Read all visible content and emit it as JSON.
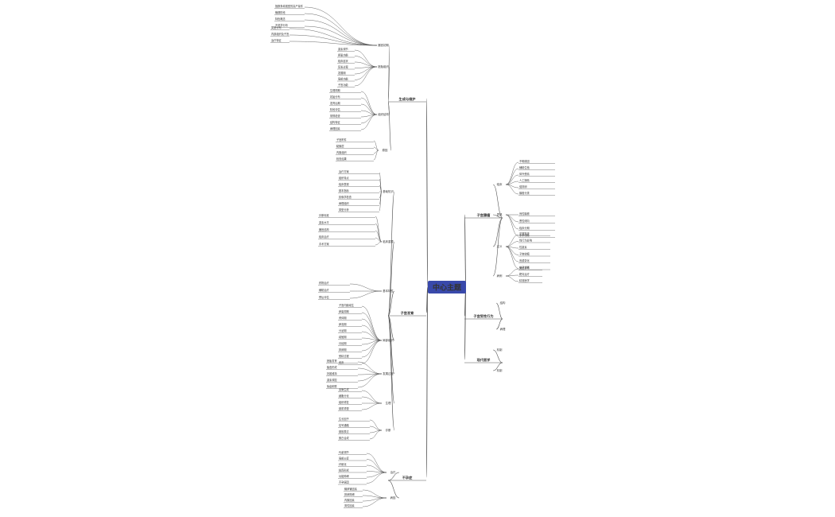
{
  "colors": {
    "root_fill": "#3949ab",
    "root_text": "#ffffff",
    "line": "#555555",
    "leaf_text": "#333333",
    "node_border": "#9aa0a6"
  },
  "root": {
    "label": "中心主题"
  },
  "branches": [
    {
      "label": "生成与维护"
    },
    {
      "label": "子宫发育"
    },
    {
      "label": "不孕症"
    },
    {
      "label": "子宫腺瘤"
    },
    {
      "label": "子宫受性行为"
    },
    {
      "label": "现代医学"
    }
  ],
  "mid": [
    {
      "label": "器官初期"
    },
    {
      "label": "胚胎组织"
    },
    {
      "label": "组织结构"
    },
    {
      "label": "原因"
    },
    {
      "label": "基础知识"
    },
    {
      "label": "临床重要"
    },
    {
      "label": "基本特性"
    },
    {
      "label": "局部组织"
    },
    {
      "label": "发展过程"
    },
    {
      "label": "生理"
    },
    {
      "label": "诊断"
    },
    {
      "label": "治疗"
    },
    {
      "label": "病因"
    },
    {
      "label": "临床"
    },
    {
      "label": "表现"
    },
    {
      "label": "定义"
    },
    {
      "label": "病例"
    },
    {
      "label": "结构"
    },
    {
      "label": "病理"
    },
    {
      "label": "机制"
    }
  ],
  "leaves": [
    {
      "label": "指数条增强型的高产量件"
    },
    {
      "label": "晚期阶段"
    },
    {
      "label": "特色概念"
    },
    {
      "label": "不孕学分析"
    },
    {
      "label": "类型分布"
    },
    {
      "label": "内部组织及子宫"
    },
    {
      "label": "治疗特征"
    },
    {
      "label": "激素调节"
    },
    {
      "label": "卵巢功能"
    },
    {
      "label": "临床症状"
    },
    {
      "label": "复发过程"
    },
    {
      "label": "发展期"
    },
    {
      "label": "局部功能"
    },
    {
      "label": "子宫功能"
    },
    {
      "label": "生理周期"
    },
    {
      "label": "初始分布"
    },
    {
      "label": "发育后期"
    },
    {
      "label": "阶段评估"
    },
    {
      "label": "常规检查"
    },
    {
      "label": "结构特征"
    },
    {
      "label": "病理因素"
    },
    {
      "label": "子宫附件"
    },
    {
      "label": "黏膜层"
    },
    {
      "label": "内膜组织"
    },
    {
      "label": "检查结果"
    },
    {
      "label": "治疗方案"
    },
    {
      "label": "组织特点"
    },
    {
      "label": "临床表现"
    },
    {
      "label": "基本指标"
    },
    {
      "label": "影像学检查"
    },
    {
      "label": "病理组织"
    },
    {
      "label": "类型分析"
    },
    {
      "label": "诊断标准"
    },
    {
      "label": "激素水平"
    },
    {
      "label": "器官结构"
    },
    {
      "label": "临床治疗"
    },
    {
      "label": "手术方案"
    },
    {
      "label": "药物治疗"
    },
    {
      "label": "辅助治疗"
    },
    {
      "label": "预后评估"
    },
    {
      "label": "子宫内膜增生"
    },
    {
      "label": "卵巢周期"
    },
    {
      "label": "黄体期"
    },
    {
      "label": "卵泡期"
    },
    {
      "label": "分泌期"
    },
    {
      "label": "增殖期"
    },
    {
      "label": "月经期"
    },
    {
      "label": "排卵期"
    },
    {
      "label": "受精过程"
    },
    {
      "label": "着床"
    },
    {
      "label": "胚胎发育"
    },
    {
      "label": "胎盘形成"
    },
    {
      "label": "妊娠维持"
    },
    {
      "label": "激素调控"
    },
    {
      "label": "免疫耐受"
    },
    {
      "label": "血管生成"
    },
    {
      "label": "细胞分化"
    },
    {
      "label": "组织修复"
    },
    {
      "label": "基质重塑"
    },
    {
      "label": "生长因子"
    },
    {
      "label": "信号通路"
    },
    {
      "label": "基因表达"
    },
    {
      "label": "蛋白合成"
    },
    {
      "label": "代谢调节"
    },
    {
      "label": "局部炎症"
    },
    {
      "label": "纤维化"
    },
    {
      "label": "粘连形成"
    },
    {
      "label": "功能障碍"
    },
    {
      "label": "不孕原因"
    },
    {
      "label": "输卵管因素"
    },
    {
      "label": "排卵障碍"
    },
    {
      "label": "内膜因素"
    },
    {
      "label": "男性因素"
    },
    {
      "label": "不明原因"
    },
    {
      "label": "辅助生殖"
    },
    {
      "label": "体外受精"
    },
    {
      "label": "人工授精"
    },
    {
      "label": "促排卵"
    },
    {
      "label": "腺瘤分类"
    },
    {
      "label": "良性腺瘤"
    },
    {
      "label": "恶性倾向"
    },
    {
      "label": "临床分期"
    },
    {
      "label": "手术切除"
    },
    {
      "label": "定期复查"
    },
    {
      "label": "性行为影响"
    },
    {
      "label": "性激素"
    },
    {
      "label": "子宫收缩"
    },
    {
      "label": "宫颈变化"
    },
    {
      "label": "分子诊断"
    },
    {
      "label": "微创手术"
    },
    {
      "label": "靶向治疗"
    },
    {
      "label": "精准医学"
    }
  ]
}
